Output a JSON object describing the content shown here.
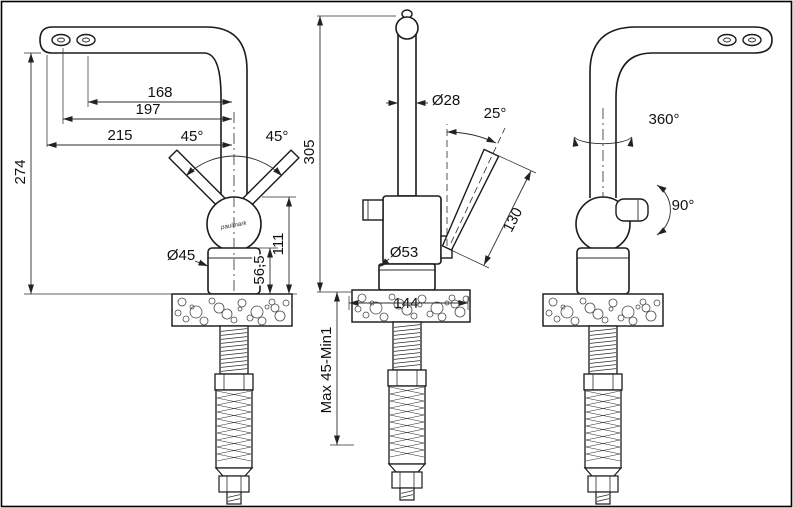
{
  "views": {
    "left": {
      "brand": "paulmark",
      "dim_168": "168",
      "dim_197": "197",
      "dim_215": "215",
      "dim_274": "274",
      "angle_left": "45°",
      "angle_right": "45°",
      "dia_base": "Ø45",
      "dim_111": "111",
      "dim_56_5": "56,5"
    },
    "middle": {
      "dim_305": "305",
      "dia_spout": "Ø28",
      "angle_handle": "25°",
      "dim_130": "130",
      "dia_body": "Ø53",
      "dim_144": "144",
      "mount_range": "Max 45-Min1"
    },
    "right": {
      "swivel_angle": "360°",
      "handle_angle": "90°"
    }
  }
}
